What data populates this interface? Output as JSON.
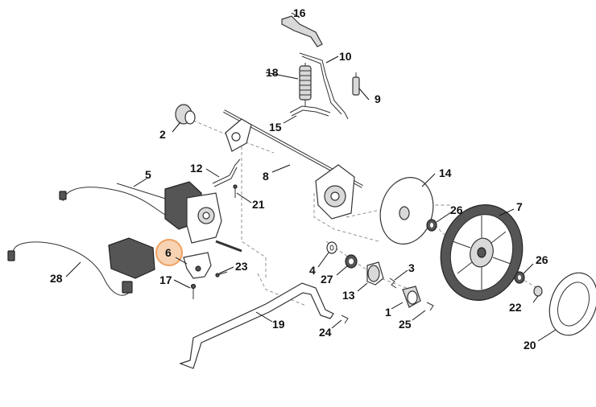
{
  "diagram": {
    "highlight_color": "#f0a060",
    "highlighted_part": "6",
    "labels": {
      "p1": "1",
      "p2": "2",
      "p3": "3",
      "p4": "4",
      "p5": "5",
      "p6": "6",
      "p7": "7",
      "p8": "8",
      "p9": "9",
      "p10": "10",
      "p12": "12",
      "p13": "13",
      "p14": "14",
      "p15": "15",
      "p16": "16",
      "p17": "17",
      "p18": "18",
      "p19": "19",
      "p20": "20",
      "p21": "21",
      "p22": "22",
      "p23": "23",
      "p24": "24",
      "p25": "25",
      "p26a": "26",
      "p26b": "26",
      "p27": "27",
      "p28": "28"
    }
  }
}
